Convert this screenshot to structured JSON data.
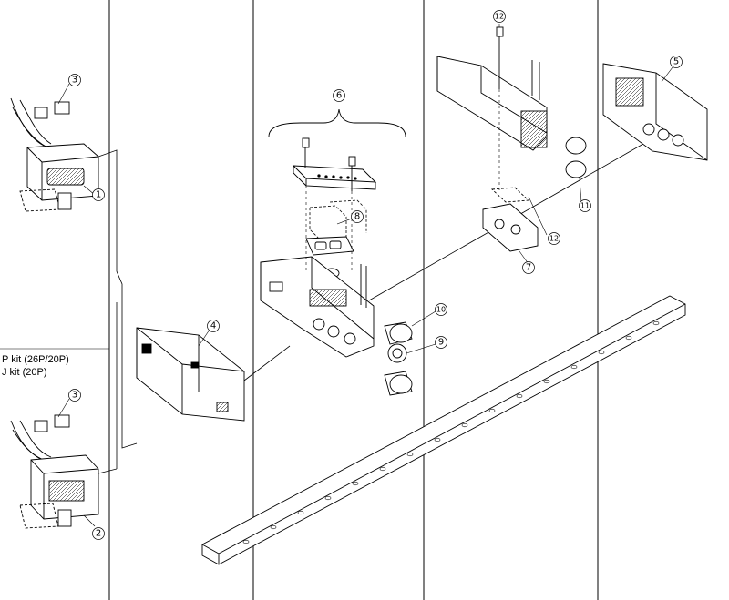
{
  "kit_labels": [
    "P kit (26P/20P)",
    "J kit (20P)"
  ],
  "callouts": {
    "c1": "1",
    "c2": "2",
    "c3a": "3",
    "c3b": "3",
    "c4": "4",
    "c5": "5",
    "c6": "6",
    "c7": "7",
    "c8": "8",
    "c9": "9",
    "c10": "10",
    "c11": "11",
    "c12a": "12",
    "c12b": "12"
  },
  "colors": {
    "line": "#000000",
    "fill": "#ffffff",
    "shade": "#e6e6e6"
  }
}
